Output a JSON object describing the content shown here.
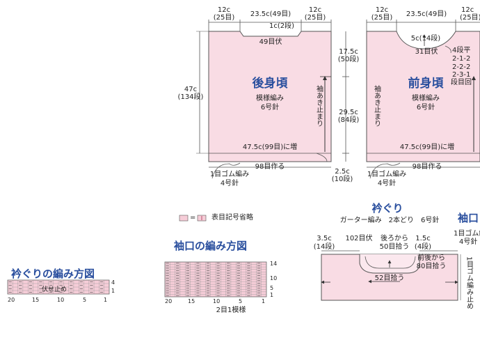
{
  "back_panel": {
    "title": "後身頃",
    "pattern": "模様編み",
    "needle": "6号針",
    "w_left": "12c",
    "w_left_rows": "(25目)",
    "w_mid": "23.5c(49目)",
    "w_right": "12c",
    "w_right_rows": "(25目)",
    "neck_depth": "1c(2段)",
    "neck_bindoff": "49目伏",
    "height": "47c",
    "height_rows": "(134段)",
    "armhole_text": "袖あき止まり",
    "increase": "47.5c(99目)に増",
    "cast_on": "98目作る",
    "rib": "1目ゴム編み",
    "rib_needle": "4号針"
  },
  "mid_dims": {
    "upper": "17.5c",
    "upper_rows": "(50段)",
    "lower": "29.5c",
    "lower_rows": "(84段)",
    "rib_h": "2.5c",
    "rib_rows": "(10段)"
  },
  "front_panel": {
    "title": "前身頃",
    "pattern": "模様編み",
    "needle": "6号針",
    "w_left": "12c",
    "w_left_rows": "(25目)",
    "w_mid": "23.5c(49目)",
    "w_right": "12c",
    "w_right_rows": "(25目)",
    "neck_depth": "5c(14段)",
    "neck_bindoff": "31目伏",
    "neck_rows_1": "4段平",
    "neck_rows_2": "2-1-2",
    "neck_rows_3": "2-2-2",
    "neck_rows_4": "2-3-1",
    "neck_rows_5": "段目回",
    "armhole_text": "袖あき止まり",
    "increase": "47.5c(99目)に増",
    "cast_on": "98目作る",
    "rib": "1目ゴム編み",
    "rib_needle": "4号針"
  },
  "legend": {
    "symbol": "=",
    "text": "表目記号省略"
  },
  "sleeve_chart": {
    "title": "袖口の編み方図",
    "row_labels": [
      "14",
      "10",
      "5",
      "1"
    ],
    "col_labels": [
      "20",
      "15",
      "10",
      "5",
      "1"
    ],
    "repeat": "2目1模様"
  },
  "neck_chart": {
    "title": "衿ぐりの編み方図",
    "bindoff": "伏せ止め",
    "row_labels": [
      "4",
      "1"
    ],
    "col_labels": [
      "20",
      "15",
      "10",
      "5",
      "1"
    ]
  },
  "neckband": {
    "title": "衿ぐり",
    "spec": "ガーター編み　2本どり　6号針",
    "left_w": "3.5c",
    "left_w_rows": "(14段)",
    "bindoff": "102目伏",
    "back_pickup_1": "後ろから",
    "back_pickup_2": "50目拾う",
    "right_w": "1.5c",
    "right_w_rows": "(4段)",
    "front_pickup_1": "前後から",
    "front_pickup_2": "80目拾う",
    "bottom_pickup": "52目拾う"
  },
  "cuff": {
    "title": "袖口",
    "rib": "1目ゴム編",
    "needle": "4号針",
    "vertical_note": "1目ゴム編み止め"
  },
  "colors": {
    "panel_fill": "#f9dce4",
    "line": "#333333",
    "heading": "#2a4f9e",
    "chart_fill": "#f6cdd8"
  }
}
